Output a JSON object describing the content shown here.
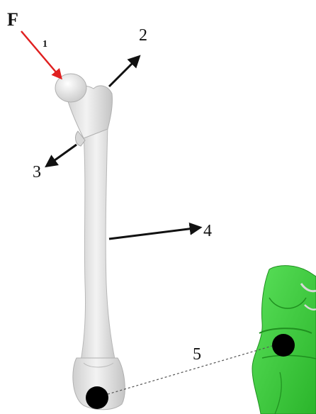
{
  "labels": {
    "force": "F",
    "l1": "1",
    "l2": "2",
    "l3": "3",
    "l4": "4",
    "l5": "5"
  },
  "colors": {
    "force_arrow": "#e02020",
    "arrow": "#111111",
    "bone_fill": "#e6e6e6",
    "bone_stroke": "#b8b8b8",
    "knee_green": "#3fd13f",
    "knee_dark": "#1f8f1f",
    "joint_marker": "#000000"
  }
}
